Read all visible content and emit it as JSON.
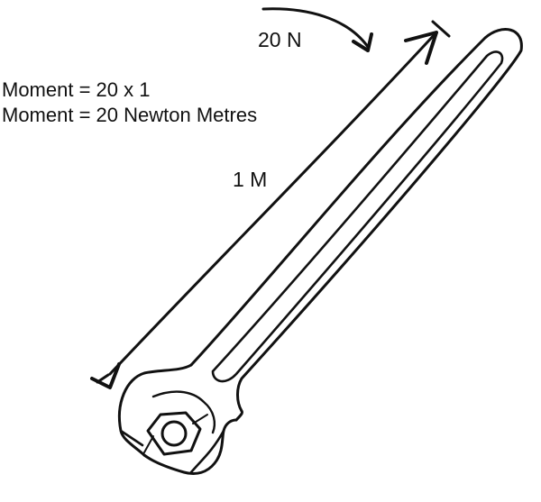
{
  "labels": {
    "force": "20 N",
    "moment_equation": "Moment = 20 x 1",
    "moment_result": "Moment = 20 Newton Metres",
    "distance": "1 M"
  },
  "icons": [
    "wrench-icon",
    "hex-nut-icon",
    "curved-force-arrow-icon",
    "double-headed-dimension-arrow-icon"
  ],
  "colors": {
    "ink": "#111111",
    "paper": "#ffffff"
  }
}
